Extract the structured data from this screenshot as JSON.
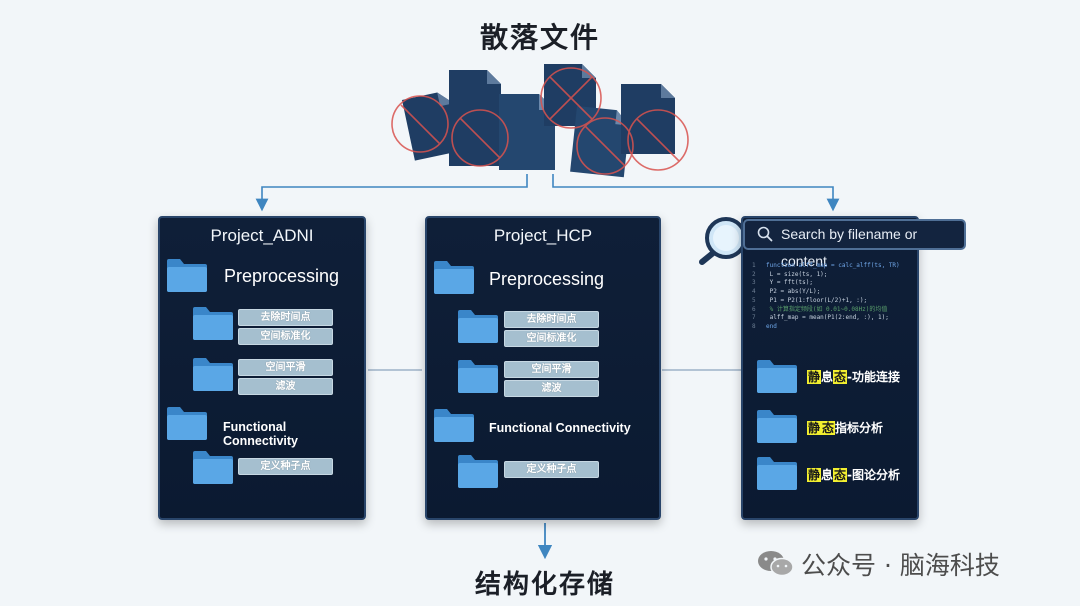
{
  "title_top": "散落文件",
  "title_bottom": "结构化存储",
  "colors": {
    "panel_bg": "#0f1f38",
    "folder": "#5aa7e6",
    "chip": "#a5bfcf",
    "arrow": "#3f86c0",
    "highlight": "#f2ef2f",
    "file": "#1f3d63",
    "cross": "#d9534f"
  },
  "panels": [
    {
      "title": "Project_ADNI",
      "section1": "Preprocessing",
      "chips1": [
        "去除时间点",
        "空间标准化"
      ],
      "chips2": [
        "空间平滑",
        "滤波"
      ],
      "section2": "Functional Connectivity",
      "chips3": [
        "定义种子点"
      ]
    },
    {
      "title": "Project_HCP",
      "section1": "Preprocessing",
      "chips1": [
        "去除时间点",
        "空间标准化"
      ],
      "chips2": [
        "空间平滑",
        "滤波"
      ],
      "section2": "Functional Connectivity",
      "chips3": [
        "定义种子点"
      ]
    }
  ],
  "search": {
    "placeholder": "Search by filename or content",
    "icon": "search-icon"
  },
  "code_lines": [
    {
      "n": "1",
      "text": "function alff_map = calc_alff(ts, TR)"
    },
    {
      "n": "2",
      "text": "    L = size(ts, 1);"
    },
    {
      "n": "3",
      "text": "    Y = fft(ts);"
    },
    {
      "n": "4",
      "text": "    P2 = abs(Y/L);"
    },
    {
      "n": "5",
      "text": "    P1 = P2(1:floor(L/2)+1, :);"
    },
    {
      "n": "6",
      "text": "    % 计算指定频段(如 0.01~0.08Hz)的均值"
    },
    {
      "n": "7",
      "text": "    alff_map = mean(P1(2:end, :), 1);"
    },
    {
      "n": "8",
      "text": "end"
    }
  ],
  "results": [
    {
      "parts": [
        {
          "t": "静",
          "hl": true
        },
        {
          "t": "息",
          "hl": false
        },
        {
          "t": "态",
          "hl": true
        },
        {
          "t": "-功能连接",
          "hl": false
        }
      ]
    },
    {
      "parts": [
        {
          "t": "静",
          "hl": true
        },
        {
          "t": "态",
          "hl": true
        },
        {
          "t": "指标分析",
          "hl": false
        }
      ]
    },
    {
      "parts": [
        {
          "t": "静",
          "hl": true
        },
        {
          "t": "息",
          "hl": false
        },
        {
          "t": "态",
          "hl": true
        },
        {
          "t": "-图论分析",
          "hl": false
        }
      ]
    }
  ],
  "watermark": "公众号 · 脑海科技"
}
